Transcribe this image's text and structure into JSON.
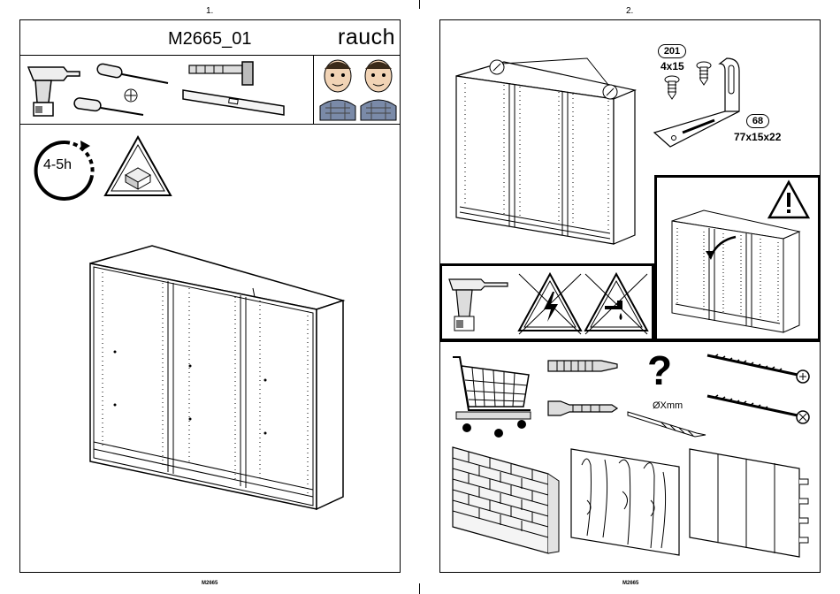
{
  "page_left": {
    "number": "1.",
    "title": "M2665_01",
    "brand": "rauch",
    "time_badge": "4-5h",
    "footer": "M2665"
  },
  "page_right": {
    "number": "2.",
    "parts": [
      {
        "id": "201",
        "size": "4x15"
      },
      {
        "id": "68",
        "size": "77x15x22"
      }
    ],
    "drill_label": "ØXmm",
    "question_mark": "?",
    "footer": "M2665"
  },
  "icons": [
    "cordless-drill-icon",
    "screwdriver-icon",
    "phillips-screwdriver-icon",
    "hammer-icon",
    "spirit-level-icon",
    "worker-face-icon",
    "clock-arrow-icon",
    "fragile-warning-icon",
    "wardrobe-frame-icon",
    "screw-icon",
    "angle-bracket-icon",
    "no-electric-warning-icon",
    "no-water-warning-icon",
    "exclamation-warning-icon",
    "shopping-cart-icon",
    "wall-plug-icon",
    "drill-bit-icon",
    "brick-wall-icon",
    "wood-wall-icon",
    "plasterboard-wall-icon"
  ]
}
